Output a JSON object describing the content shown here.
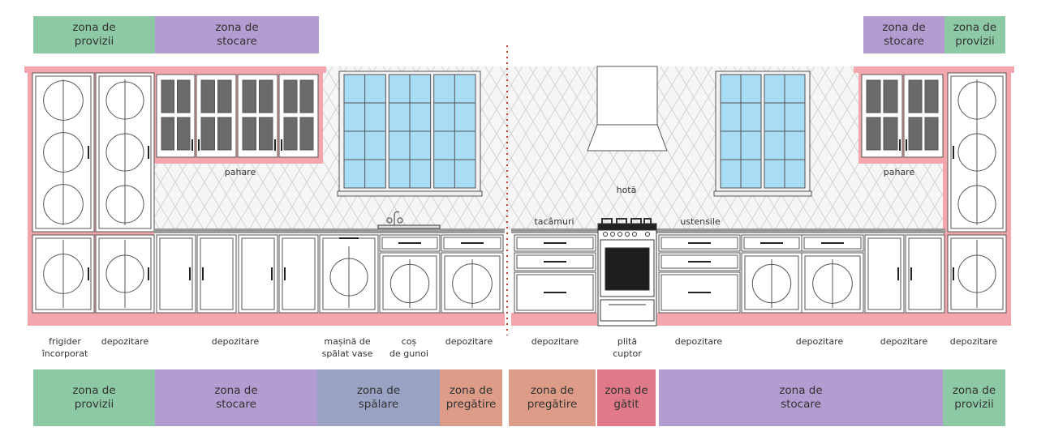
{
  "colors": {
    "provizii": "#8ec9a6",
    "stocare": "#b39ccf",
    "spalare": "#9aa3c4",
    "pregatire": "#dc9c88",
    "gatit": "#e07a88",
    "cabinet_pink": "#f4a6ad",
    "glass": "#a9dcf5",
    "divider": "#c0392b"
  },
  "top_zones": [
    {
      "text": "zona de\nprovizii",
      "zone": "provizii"
    },
    {
      "text": "zona de\nstocare",
      "zone": "stocare"
    },
    {
      "text": "zona de\nstocare",
      "zone": "stocare"
    },
    {
      "text": "zona de\nprovizii",
      "zone": "provizii"
    }
  ],
  "bottom_zones": [
    {
      "text": "zona de\nprovizii",
      "zone": "provizii"
    },
    {
      "text": "zona de\nstocare",
      "zone": "stocare"
    },
    {
      "text": "zona de\nspălare",
      "zone": "spalare"
    },
    {
      "text": "zona de\npregătire",
      "zone": "pregatire"
    },
    {
      "text": "zona de\npregătire",
      "zone": "pregatire"
    },
    {
      "text": "zona de\ngătit",
      "zone": "gatit"
    },
    {
      "text": "zona de\nstocare",
      "zone": "stocare"
    },
    {
      "text": "zona de\nprovizii",
      "zone": "provizii"
    }
  ],
  "bottom_labels": [
    "frigider\nîncorporat",
    "depozitare",
    "depozitare",
    "mașină de\nspălat vase",
    "coș\nde gunoi",
    "depozitare",
    "depozitare",
    "plită\ncuptor",
    "depozitare",
    "depozitare",
    "depozitare",
    "depozitare"
  ],
  "inline_labels": {
    "pahare_left": "pahare",
    "pahare_right": "pahare",
    "hota": "hotă",
    "tacamuri": "tacâmuri",
    "ustensile": "ustensile"
  },
  "icons": [
    "faucet-icon",
    "stove-icon",
    "oven-icon",
    "range-hood-icon",
    "window-icon"
  ]
}
